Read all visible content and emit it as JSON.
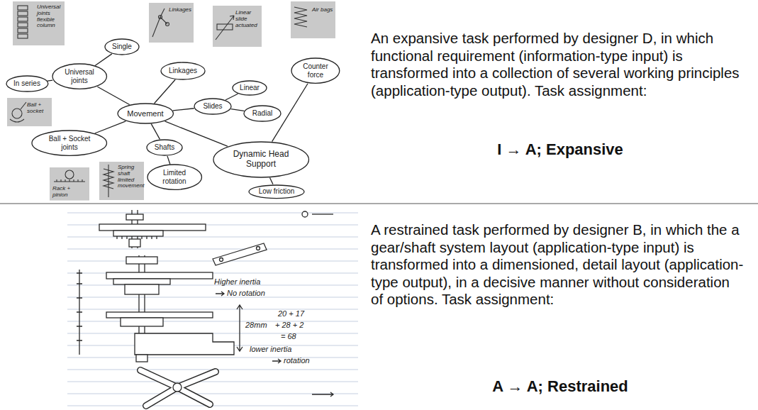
{
  "diagram": {
    "nodes": [
      {
        "text": [
          "Universal joints flexible column"
        ]
      },
      {
        "text": [
          "Linkages"
        ]
      },
      {
        "text": [
          "Linear slide actuated"
        ]
      },
      {
        "text": [
          "Air bags"
        ]
      },
      {
        "text": [
          "Single"
        ]
      },
      {
        "text": [
          "Linkages"
        ]
      },
      {
        "text": [
          "Counter force"
        ]
      },
      {
        "text": [
          "In series"
        ]
      },
      {
        "text": [
          "Universal joints"
        ]
      },
      {
        "text": [
          "Linear"
        ]
      },
      {
        "text": [
          "Movement"
        ]
      },
      {
        "text": [
          "Slides"
        ]
      },
      {
        "text": [
          "Radial"
        ]
      },
      {
        "text": [
          "Ball + socket"
        ]
      },
      {
        "text": [
          "Ball + Socket joints"
        ]
      },
      {
        "text": [
          "Shafts"
        ]
      },
      {
        "text": [
          "Dynamic Head Support"
        ]
      },
      {
        "text": [
          "Rack + pinion"
        ]
      },
      {
        "text": [
          "Spring shaft limited movement"
        ]
      },
      {
        "text": [
          "Limited rotation"
        ]
      },
      {
        "text": [
          "Low friction"
        ]
      }
    ],
    "edges": [
      {
        "from": 10,
        "to": 8,
        "arrow": "none"
      },
      {
        "from": 10,
        "to": 5,
        "arrow": "none"
      },
      {
        "from": 10,
        "to": 11,
        "arrow": "none"
      },
      {
        "from": 11,
        "to": 9,
        "arrow": "none"
      },
      {
        "from": 11,
        "to": 12,
        "arrow": "none"
      },
      {
        "from": 10,
        "to": 15,
        "arrow": "none"
      },
      {
        "from": 15,
        "to": 19,
        "arrow": "none"
      },
      {
        "from": 10,
        "to": 14,
        "arrow": "none"
      },
      {
        "from": 8,
        "to": 7,
        "arrow": "none"
      },
      {
        "from": 8,
        "to": 4,
        "arrow": "none"
      },
      {
        "from": 10,
        "to": 16,
        "arrow": "none"
      },
      {
        "from": 16,
        "to": 20,
        "arrow": "none"
      },
      {
        "from": 16,
        "to": 6,
        "arrow": "none"
      }
    ],
    "labels": [
      "An expansive task performed by designer D, in which functional requirement (information-type input) is transformed into a collection of several working principles (application-type output). Task assignment:",
      "I → A; Expansive",
      "A restrained task performed by designer B, in which the a gear/shaft system layout (application-type input) is transformed into a dimensioned, detail layout (application-type output), in a decisive manner without consideration of options. Task assignment:",
      "A → A; Restrained",
      "Higher inertia",
      "No rotation",
      "20 + 17",
      "+ 28 + 2",
      "= 68",
      "28mm",
      "lower inertia",
      "rotation"
    ]
  }
}
